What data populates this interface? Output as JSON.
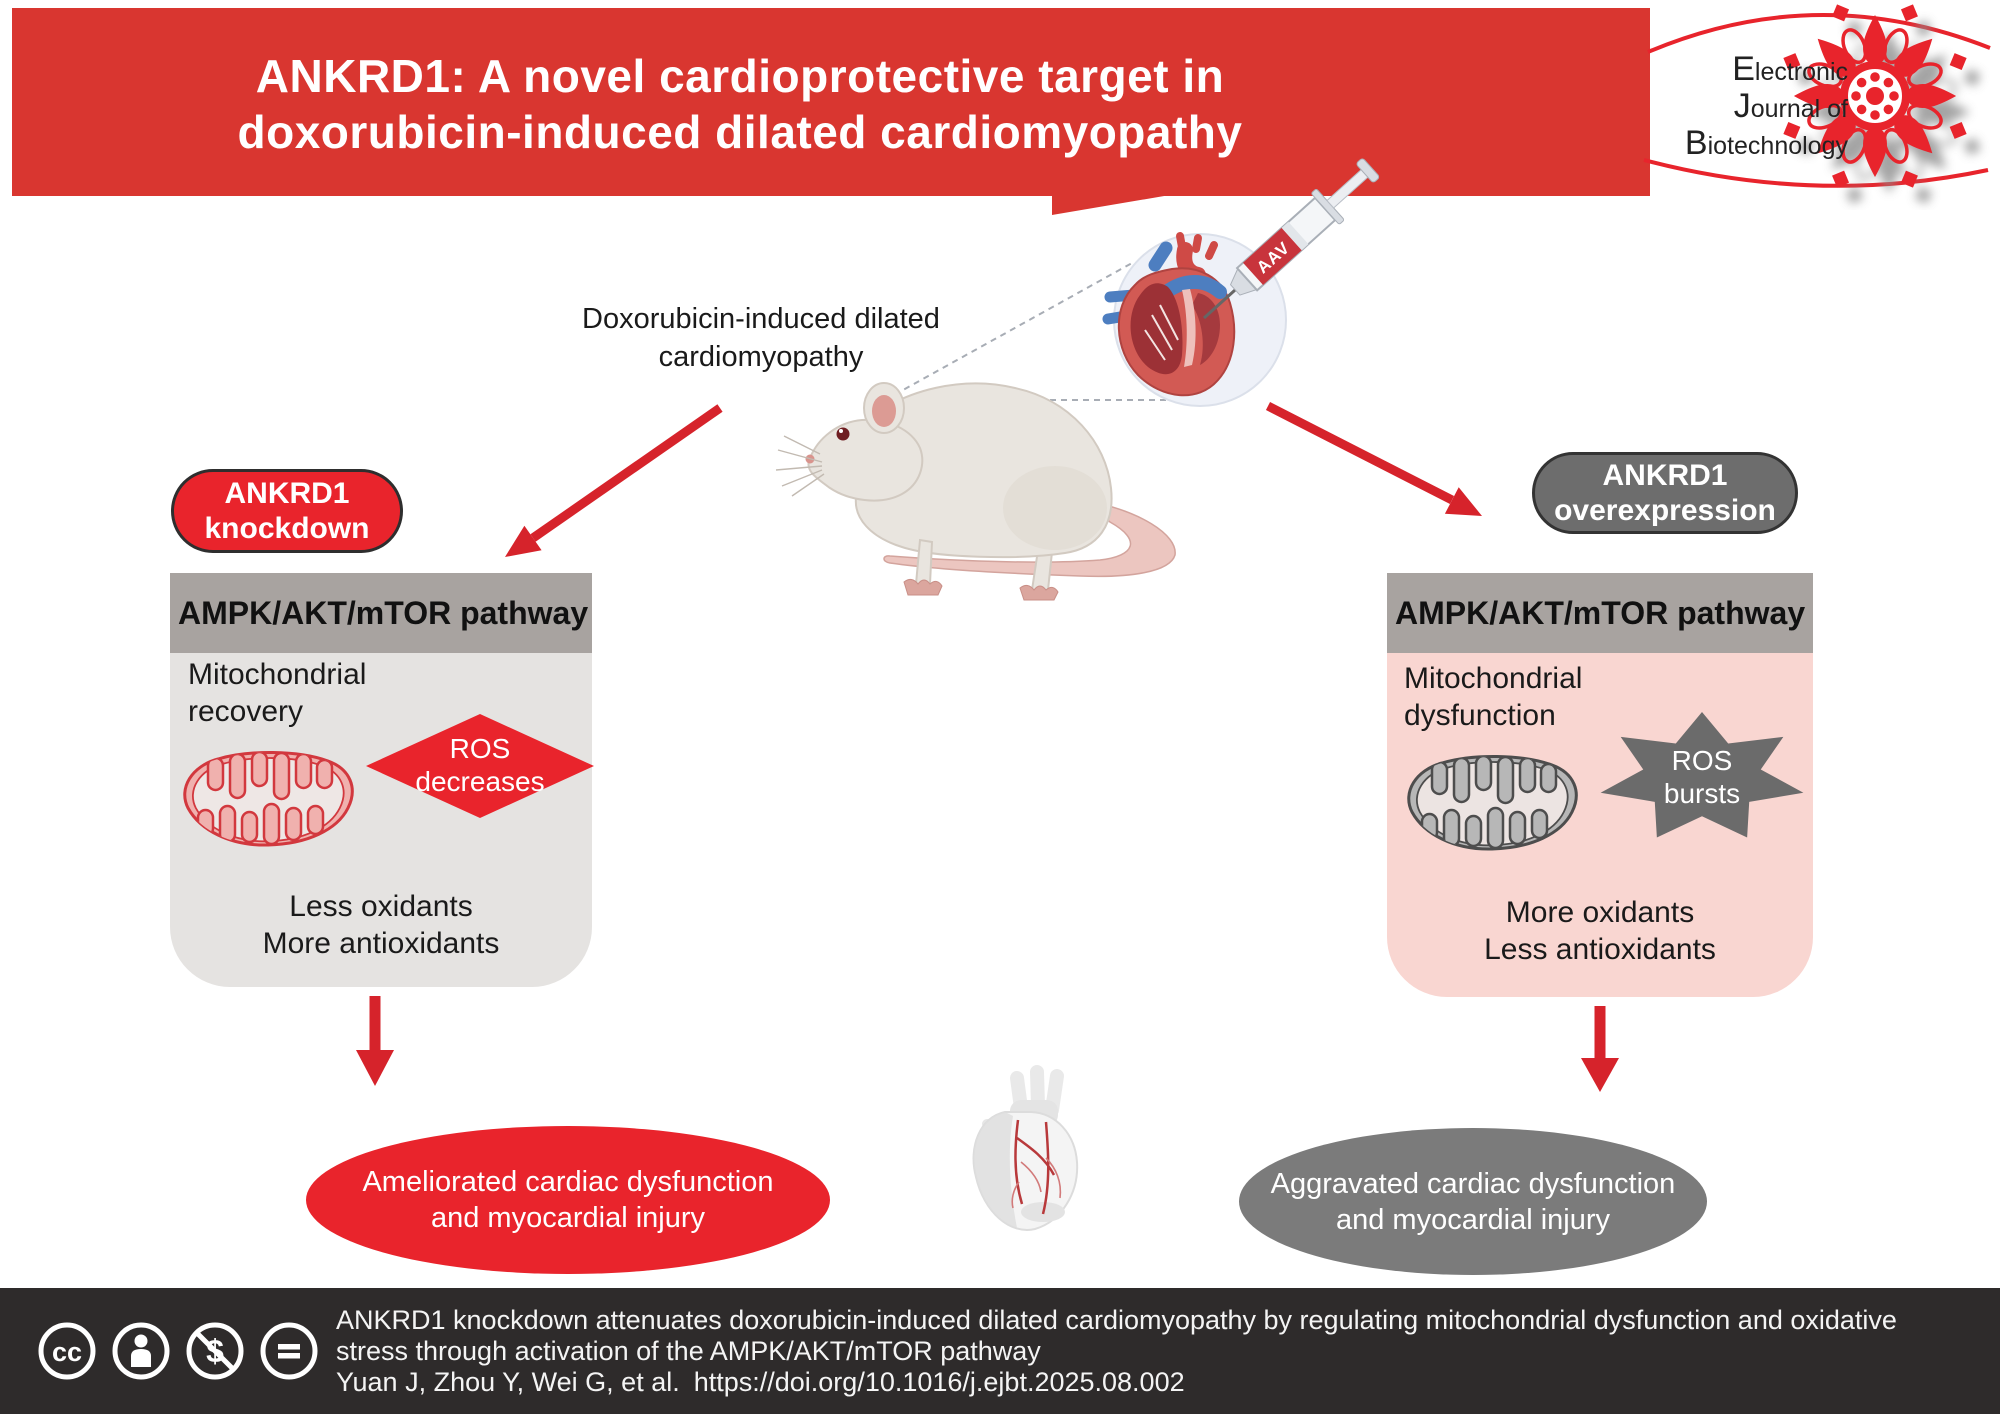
{
  "header": {
    "title_line1": "ANKRD1: A novel cardioprotective target in",
    "title_line2": "doxorubicin-induced dilated cardiomyopathy"
  },
  "logo": {
    "line1": "Electronic",
    "line2": "Journal of",
    "line3": "Biotechnology"
  },
  "center": {
    "label_line1": "Doxorubicin-induced dilated",
    "label_line2": "cardiomyopathy",
    "syringe_label": "AAV"
  },
  "left_branch": {
    "badge_line1": "ANKRD1",
    "badge_line2": "knockdown",
    "panel_header": "AMPK/AKT/mTOR pathway",
    "mito_line1": "Mitochondrial",
    "mito_line2": "recovery",
    "ros_line1": "ROS",
    "ros_line2": "decreases",
    "balance_line1": "Less oxidants",
    "balance_line2": "More antioxidants",
    "outcome_line1": "Ameliorated cardiac dysfunction",
    "outcome_line2": "and myocardial injury"
  },
  "right_branch": {
    "badge_line1": "ANKRD1",
    "badge_line2": "overexpression",
    "panel_header": "AMPK/AKT/mTOR pathway",
    "mito_line1": "Mitochondrial",
    "mito_line2": "dysfunction",
    "ros_line1": "ROS",
    "ros_line2": "bursts",
    "balance_line1": "More oxidants",
    "balance_line2": "Less antioxidants",
    "outcome_line1": "Aggravated cardiac dysfunction",
    "outcome_line2": "and myocardial injury"
  },
  "footer": {
    "citation_line1": "ANKRD1 knockdown attenuates doxorubicin-induced dilated cardiomyopathy by regulating mitochondrial dysfunction and oxidative",
    "citation_line2": "stress through activation of the AMPK/AKT/mTOR pathway",
    "authors": "Yuan J, Zhou Y, Wei G, et al.",
    "doi": "https://doi.org/10.1016/j.ejbt.2025.08.002",
    "license_icons": [
      "cc",
      "by",
      "nc",
      "nd"
    ]
  },
  "colors": {
    "banner_red": "#d93630",
    "accent_red": "#e9242c",
    "arrow_red": "#d6232b",
    "badge_gray": "#6d6d6d",
    "star_gray": "#6b6b6b",
    "ellipse_gray": "#7b7b7b",
    "panel_header_gray": "#a8a3a0",
    "panel_left_bg": "#e5e3e1",
    "panel_right_bg": "#f9d6d1",
    "footer_bg": "#2e2b2b"
  }
}
